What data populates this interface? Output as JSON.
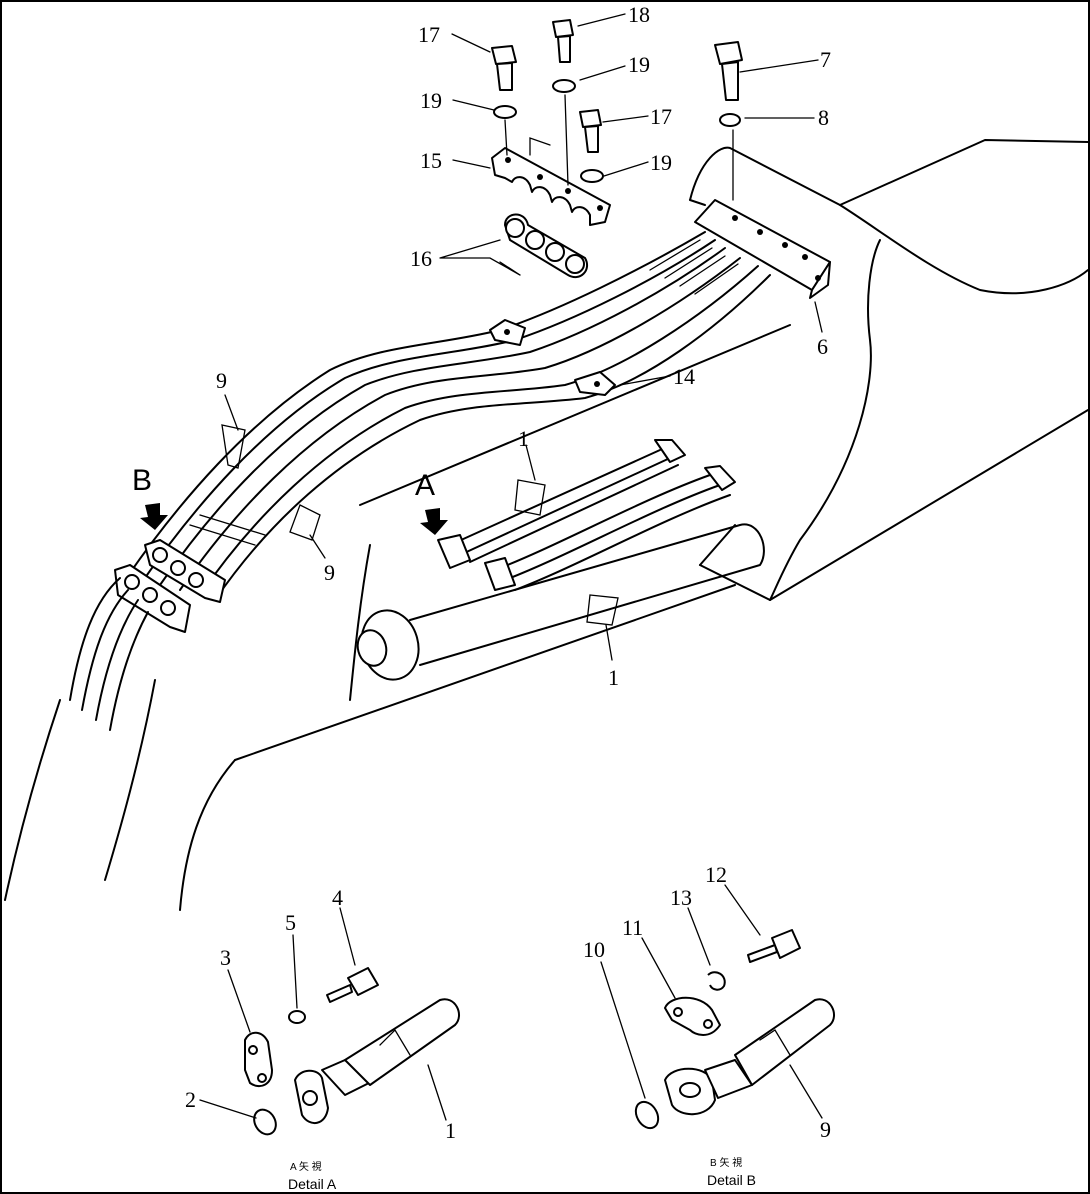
{
  "diagram": {
    "callouts": {
      "c1_top": "1",
      "c1_bottom": "1",
      "c1_detail": "1",
      "c2": "2",
      "c3": "3",
      "c4": "4",
      "c5": "5",
      "c6": "6",
      "c7": "7",
      "c8": "8",
      "c9_top": "9",
      "c9_mid": "9",
      "c9_detail": "9",
      "c10": "10",
      "c11": "11",
      "c12": "12",
      "c13": "13",
      "c14": "14",
      "c15": "15",
      "c16": "16",
      "c17_left": "17",
      "c17_right": "17",
      "c18": "18",
      "c19_left": "19",
      "c19_top": "19",
      "c19_right": "19"
    },
    "view_markers": {
      "a": "A",
      "b": "B"
    },
    "details": {
      "a_small": "A  矢  視",
      "a_caption": "Detail  A",
      "b_small": "B  矢  視",
      "b_caption": "Detail  B"
    }
  }
}
